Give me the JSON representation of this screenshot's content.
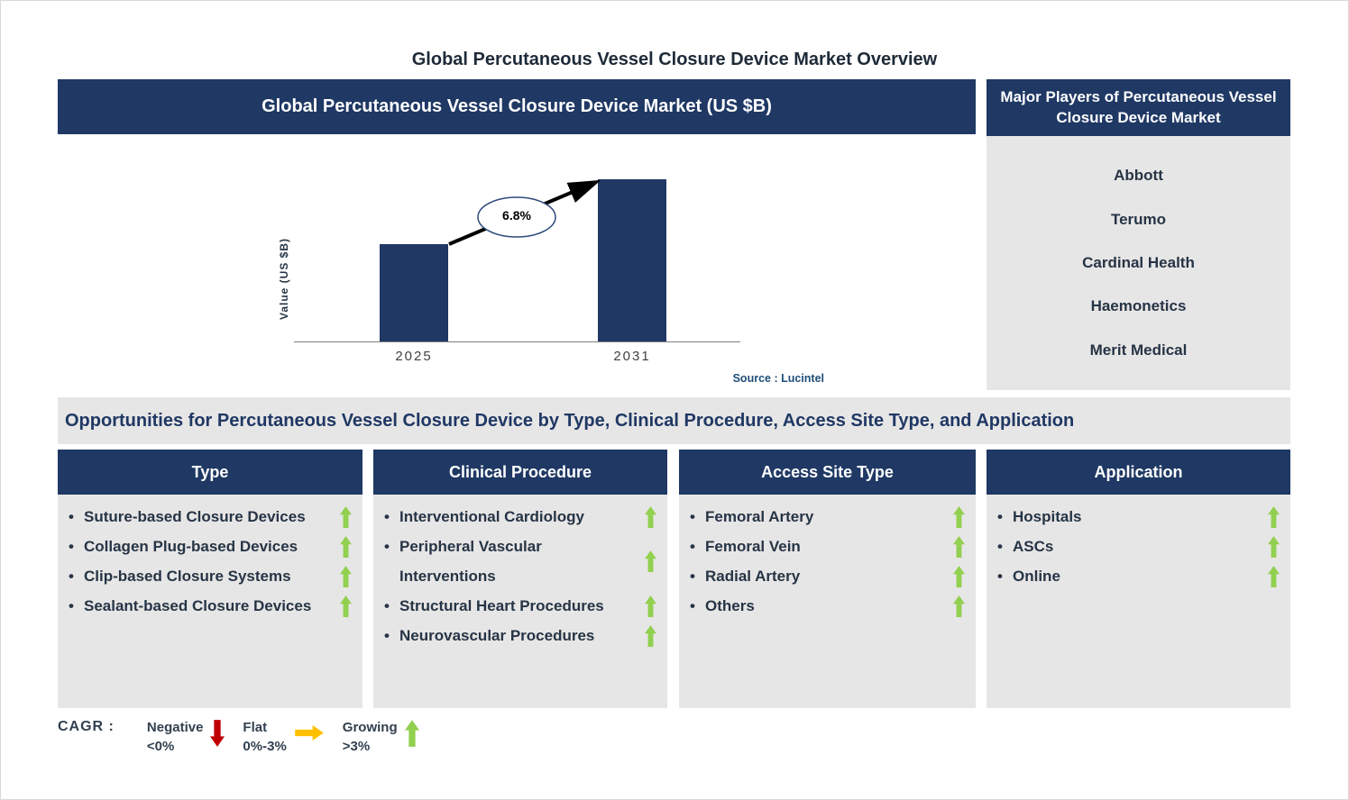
{
  "colors": {
    "navy": "#1F3864",
    "panel_gray": "#E7E6E6",
    "growing_green": "#92D050",
    "negative_red": "#C00000",
    "flat_orange": "#FFC000",
    "source_blue": "#1F4E79"
  },
  "page_title": "Global Percutaneous Vessel Closure Device Market Overview",
  "market_section": {
    "header": "Global Percutaneous Vessel Closure Device Market (US $B)",
    "source": "Source : Lucintel"
  },
  "chart_data": {
    "type": "bar",
    "title": "Global Percutaneous Vessel Closure Device Market (US $B)",
    "categories": [
      "2025",
      "2031"
    ],
    "values": [
      0.6,
      1.0
    ],
    "value_axis_labeled": false,
    "ylabel": "Value (US $B)",
    "xlabel": "",
    "bar_color": "#1F3864",
    "annotation": "6.8%",
    "grid": false,
    "legend_shown": false
  },
  "major_players": {
    "header": "Major Players of Percutaneous Vessel Closure Device Market",
    "players": [
      "Abbott",
      "Terumo",
      "Cardinal Health",
      "Haemonetics",
      "Merit Medical"
    ]
  },
  "opportunities": {
    "title": "Opportunities for Percutaneous Vessel Closure Device by Type, Clinical Procedure, Access Site Type, and Application",
    "columns": [
      {
        "header": "Type",
        "items": [
          {
            "label": "Suture-based Closure Devices",
            "trend": "growing"
          },
          {
            "label": "Collagen Plug-based Devices",
            "trend": "growing"
          },
          {
            "label": "Clip-based Closure Systems",
            "trend": "growing"
          },
          {
            "label": "Sealant-based Closure Devices",
            "trend": "growing"
          }
        ]
      },
      {
        "header": "Clinical Procedure",
        "items": [
          {
            "label": "Interventional Cardiology",
            "trend": "growing"
          },
          {
            "label": "Peripheral Vascular Interventions",
            "trend": "growing"
          },
          {
            "label": "Structural Heart Procedures",
            "trend": "growing"
          },
          {
            "label": "Neurovascular Procedures",
            "trend": "growing"
          }
        ]
      },
      {
        "header": "Access Site Type",
        "items": [
          {
            "label": "Femoral Artery",
            "trend": "growing"
          },
          {
            "label": "Femoral Vein",
            "trend": "growing"
          },
          {
            "label": "Radial Artery",
            "trend": "growing"
          },
          {
            "label": "Others",
            "trend": "growing"
          }
        ]
      },
      {
        "header": "Application",
        "items": [
          {
            "label": "Hospitals",
            "trend": "growing"
          },
          {
            "label": "ASCs",
            "trend": "growing"
          },
          {
            "label": "Online",
            "trend": "growing"
          }
        ]
      }
    ]
  },
  "cagr_legend": {
    "label": "CAGR :",
    "items": [
      {
        "label": "Negative",
        "range": "<0%",
        "direction": "down",
        "color": "#C00000"
      },
      {
        "label": "Flat",
        "range": "0%-3%",
        "direction": "right",
        "color": "#FFC000"
      },
      {
        "label": "Growing",
        "range": ">3%",
        "direction": "up",
        "color": "#92D050"
      }
    ]
  }
}
